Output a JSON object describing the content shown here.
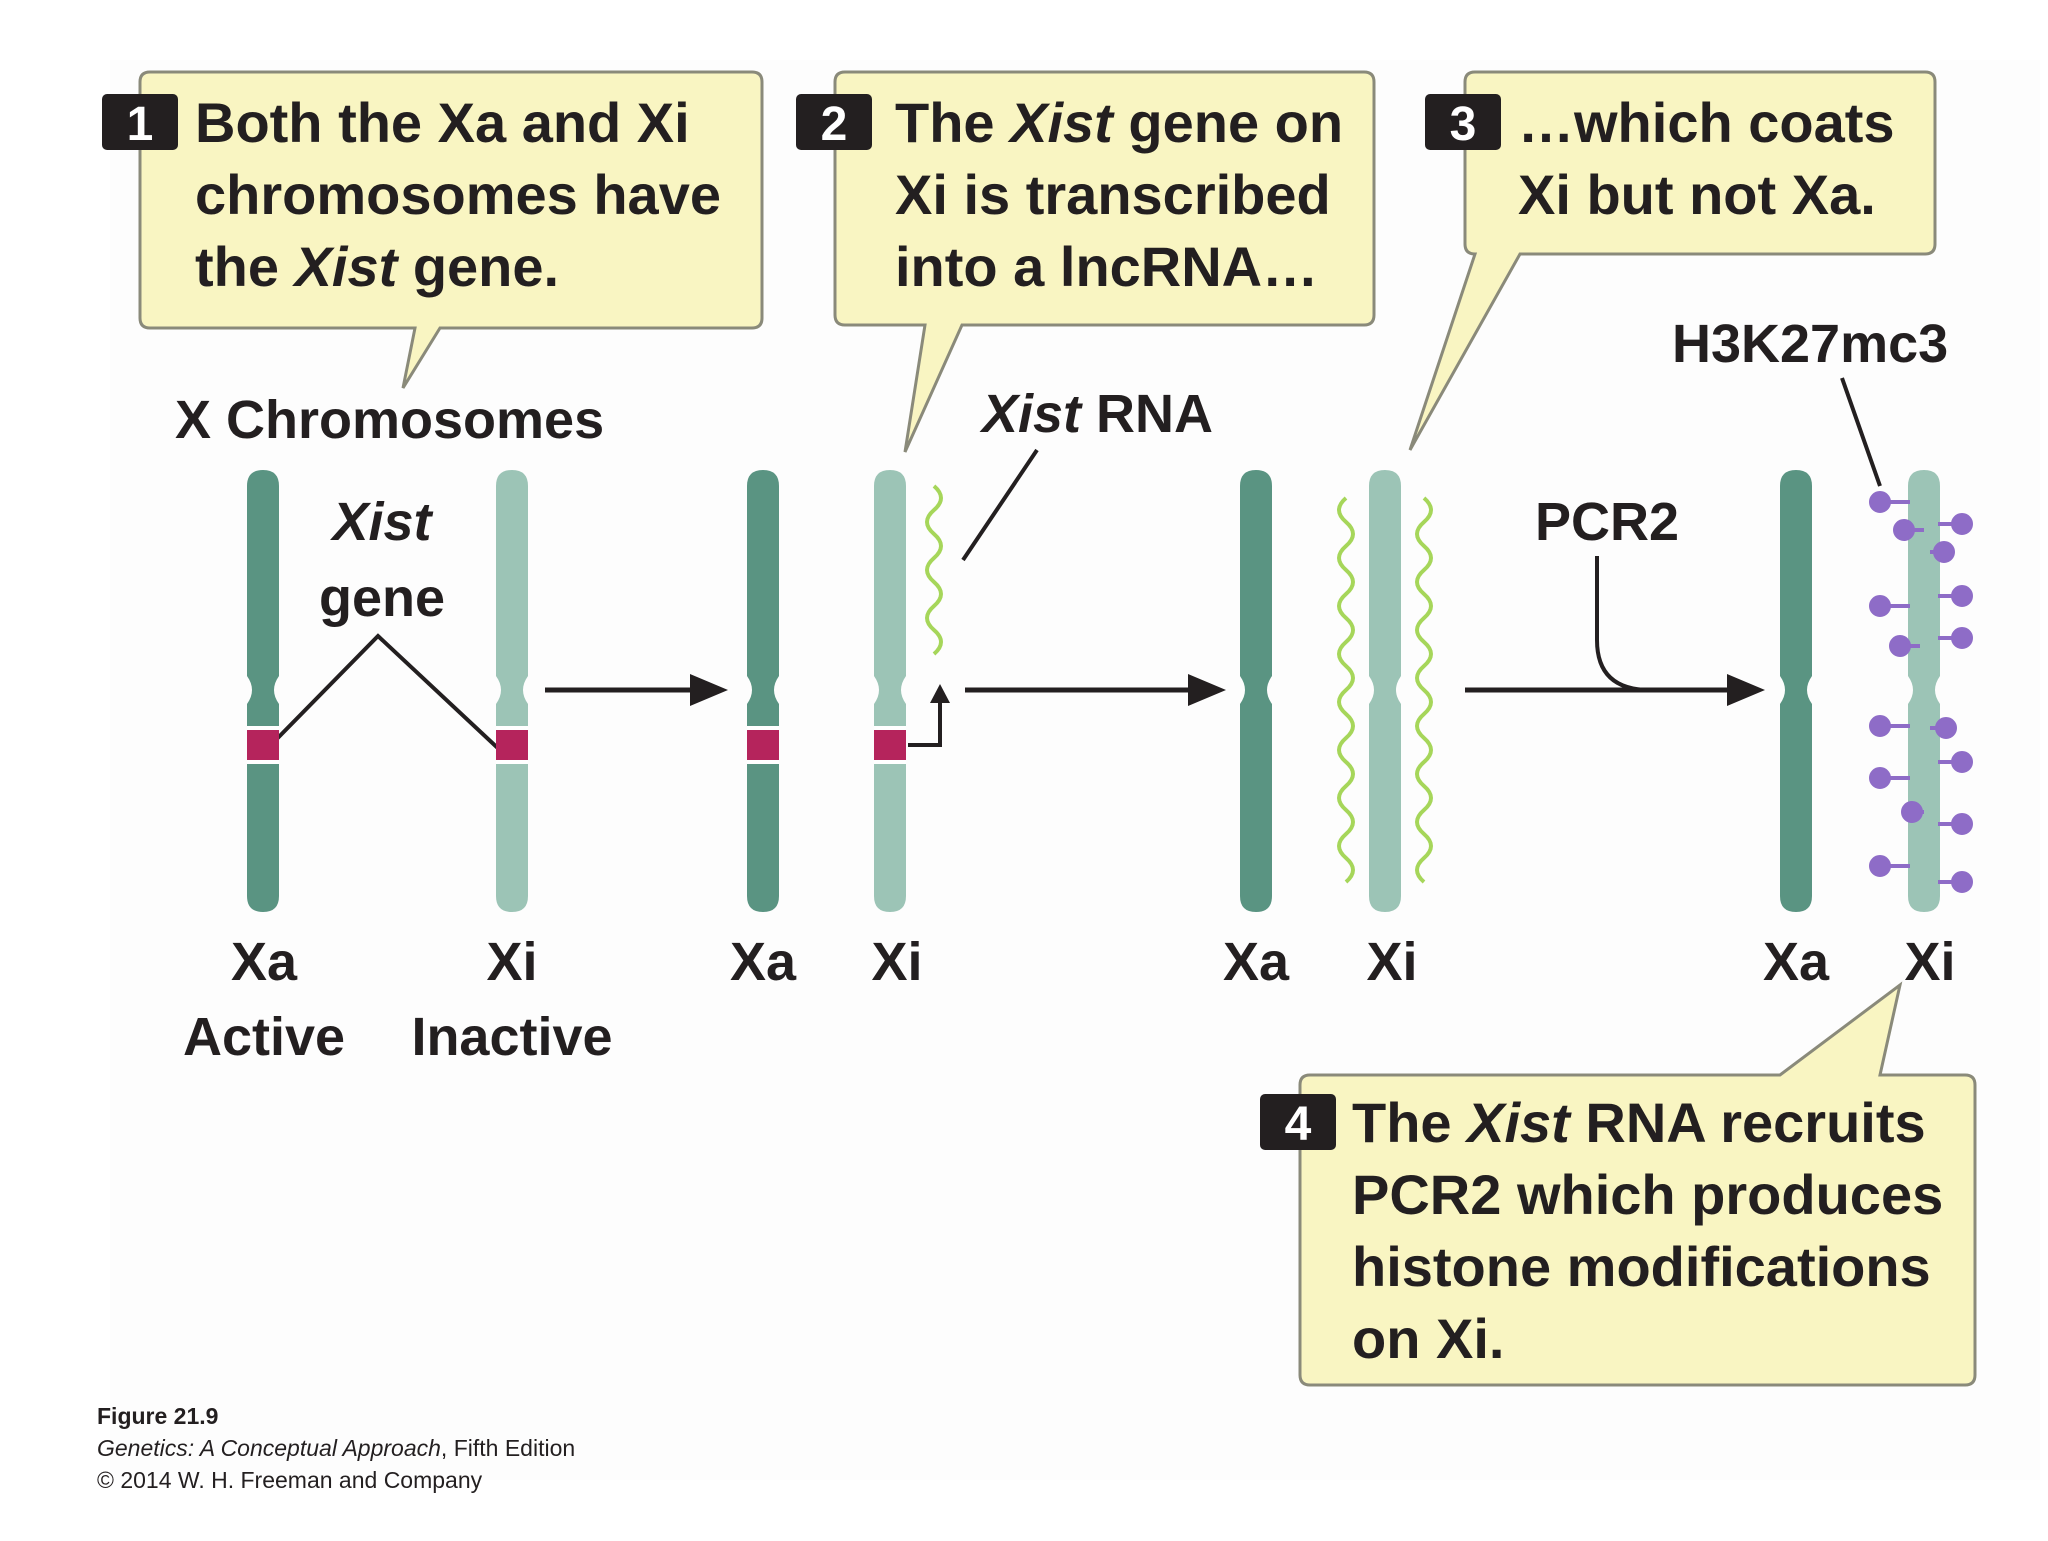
{
  "callouts": {
    "c1": {
      "number": "1",
      "lines": [
        [
          {
            "t": "Both the X"
          },
          {
            "t": "a and X"
          },
          {
            "t": "i"
          }
        ],
        [
          {
            "t": "chromosomes have"
          }
        ],
        [
          {
            "t": "the "
          },
          {
            "t": "Xist",
            "i": true
          },
          {
            "t": " gene."
          }
        ]
      ]
    },
    "c2": {
      "number": "2",
      "lines": [
        [
          {
            "t": "The "
          },
          {
            "t": "Xist",
            "i": true
          },
          {
            "t": " gene on"
          }
        ],
        [
          {
            "t": "X"
          },
          {
            "t": "i is transcribed"
          }
        ],
        [
          {
            "t": "into a lncRNA…"
          }
        ]
      ]
    },
    "c3": {
      "number": "3",
      "lines": [
        [
          {
            "t": "…which coats"
          }
        ],
        [
          {
            "t": "X"
          },
          {
            "t": "i but not X"
          },
          {
            "t": "a."
          }
        ]
      ]
    },
    "c4": {
      "number": "4",
      "lines": [
        [
          {
            "t": "The "
          },
          {
            "t": "Xist",
            "i": true
          },
          {
            "t": " RNA recruits"
          }
        ],
        [
          {
            "t": "PCR2 which produces"
          }
        ],
        [
          {
            "t": "histone modifications"
          }
        ],
        [
          {
            "t": "on X"
          },
          {
            "t": "i."
          }
        ]
      ]
    }
  },
  "labels": {
    "x_chromosomes": "X Chromosomes",
    "xist_gene_1": "Xist",
    "xist_gene_2": "gene",
    "xist_rna_italic": "Xist",
    "xist_rna_rest": " RNA",
    "pcr2": "PCR2",
    "h3k27": "H3K27mc3",
    "xa": "Xa",
    "xi": "Xi",
    "active": "Active",
    "inactive": "Inactive"
  },
  "caption": {
    "figure": "Figure 21.9",
    "book_italic": "Genetics: A Conceptual Approach",
    "book_rest": ", Fifth Edition",
    "copyright": "© 2014 W. H. Freeman and Company"
  },
  "colors": {
    "xa_chromosome": "#5a9482",
    "xi_chromosome": "#9cc4b6",
    "xist_gene_band": "#b5245c",
    "xist_rna": "#a6d65a",
    "callout_fill": "#f9f5c2",
    "callout_stroke": "#8a8a7a",
    "h3k27_mark": "#8e6cc7"
  }
}
